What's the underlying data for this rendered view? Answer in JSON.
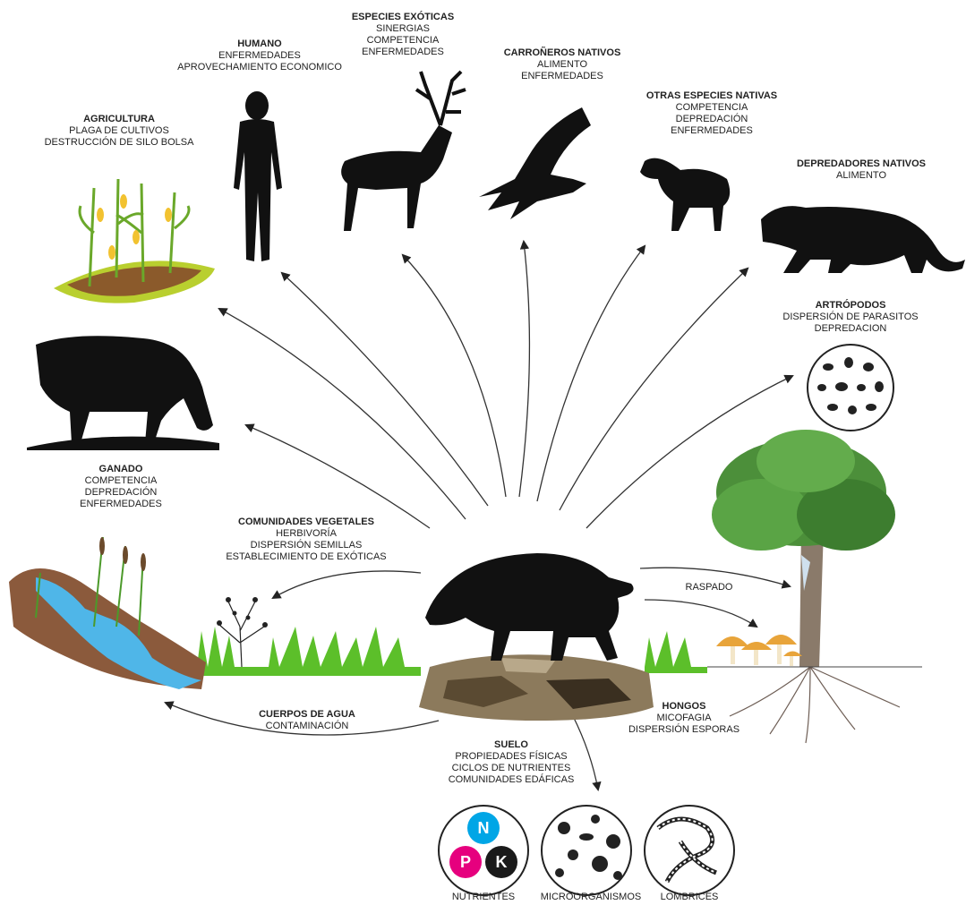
{
  "labels": {
    "humano": {
      "title": "HUMANO",
      "lines": [
        "ENFERMEDADES",
        "APROVECHAMIENTO ECONOMICO"
      ]
    },
    "exoticas": {
      "title": "ESPECIES EXÓTICAS",
      "lines": [
        "SINERGIAS",
        "COMPETENCIA",
        "ENFERMEDADES"
      ]
    },
    "carroneros": {
      "title": "CARROÑEROS NATIVOS",
      "lines": [
        "ALIMENTO",
        "ENFERMEDADES"
      ]
    },
    "otras": {
      "title": "OTRAS ESPECIES NATIVAS",
      "lines": [
        "COMPETENCIA",
        "DEPREDACIÓN",
        "ENFERMEDADES"
      ]
    },
    "agricultura": {
      "title": "AGRICULTURA",
      "lines": [
        "PLAGA DE CULTIVOS",
        "DESTRUCCIÓN DE SILO BOLSA"
      ]
    },
    "depredadores": {
      "title": "DEPREDADORES NATIVOS",
      "lines": [
        "ALIMENTO"
      ]
    },
    "artropodos": {
      "title": "ARTRÓPODOS",
      "lines": [
        "DISPERSIÓN DE PARASITOS",
        "DEPREDACION"
      ]
    },
    "ganado": {
      "title": "GANADO",
      "lines": [
        "COMPETENCIA",
        "DEPREDACIÓN",
        "ENFERMEDADES"
      ]
    },
    "vegetales": {
      "title": "COMUNIDADES VEGETALES",
      "lines": [
        "HERBIVORÍA",
        "DISPERSIÓN SEMILLAS",
        "ESTABLECIMIENTO DE EXÓTICAS"
      ]
    },
    "agua": {
      "title": "CUERPOS DE AGUA",
      "lines": [
        "CONTAMINACIÓN"
      ]
    },
    "hongos": {
      "title": "HONGOS",
      "lines": [
        "MICOFAGIA",
        "DISPERSIÓN ESPORAS"
      ]
    },
    "suelo": {
      "title": "SUELO",
      "lines": [
        "PROPIEDADES FÍSICAS",
        "CICLOS DE NUTRIENTES",
        "COMUNIDADES EDÁFICAS"
      ]
    }
  },
  "raspado": "RASPADO",
  "npk": {
    "n": "N",
    "p": "P",
    "k": "K"
  },
  "bottom_captions": [
    "NUTRIENTES",
    "MICROORGANISMOS",
    "LOMBRICES"
  ],
  "colors": {
    "n": "#00a6e6",
    "p": "#e6007e",
    "k": "#1a1a1a",
    "tree": "#4c8f3a",
    "water": "#4fb6e8",
    "grass": "#5cbf2a",
    "mushroom": "#e8a43a",
    "soil": "#8c7a5c"
  }
}
